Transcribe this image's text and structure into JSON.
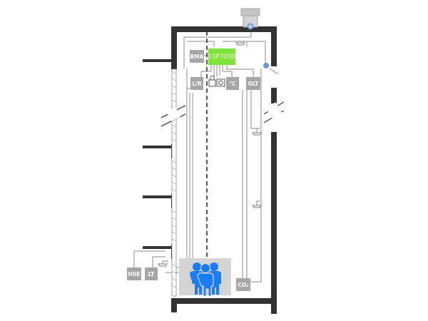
{
  "diagram": {
    "controller_label": "LSF7000",
    "boxes": {
      "bma": "BMA",
      "lr": "L/R",
      "temp": "°C",
      "glt": "GLT",
      "hse": "HSE",
      "lt": "LT",
      "co2": "CO₂"
    },
    "colors": {
      "wall": "#333333",
      "box": "#a6a6a6",
      "controller": "#7fe33a",
      "cabin": "#d4d4d4",
      "people": "#1a7bff",
      "wire": "#a0a0a0",
      "fan": "#7098d0"
    },
    "icons": [
      "fan-icon",
      "camera-icon",
      "lock-icon",
      "smoke-detector-icon",
      "people-icon"
    ]
  }
}
